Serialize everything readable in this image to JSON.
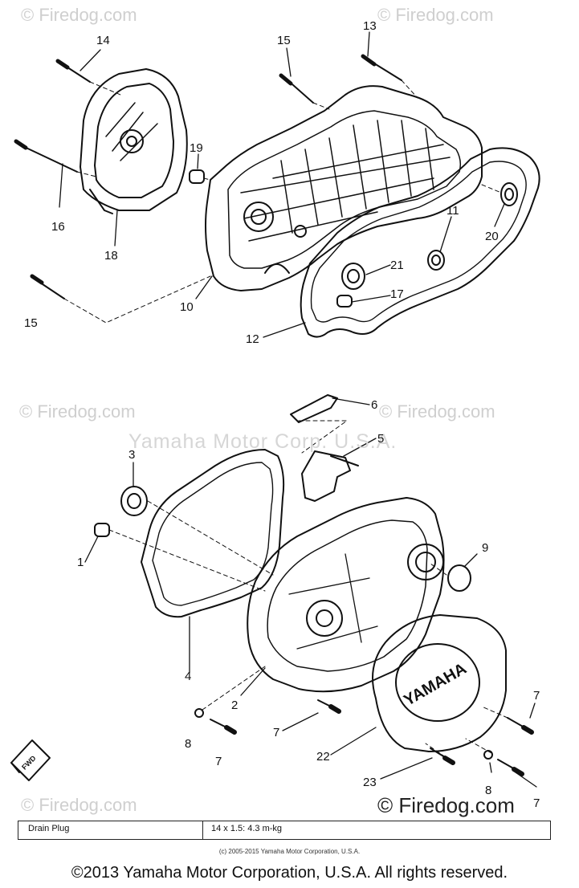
{
  "watermarks": {
    "site": "© Firedog.com",
    "brand_overlay": "Yamaha Motor Corp. U.S.A.",
    "corner_site": "© Firedog.com"
  },
  "callouts": [
    "14",
    "15",
    "13",
    "19",
    "16",
    "18",
    "20",
    "11",
    "21",
    "17",
    "10",
    "15",
    "12",
    "6",
    "5",
    "3",
    "9",
    "1",
    "4",
    "2",
    "7",
    "8",
    "7",
    "22",
    "7",
    "23",
    "8",
    "7"
  ],
  "cover_logo_text": "YAMAHA",
  "fwd_arrow_text": "FWD",
  "spec_table": {
    "item": "Drain Plug",
    "value": "14 x 1.5: 4.3 m-kg"
  },
  "small_copyright": "(c) 2005-2015 Yamaha Motor Corporation, U.S.A.",
  "footer": "©2013 Yamaha Motor Corporation, U.S.A. All rights reserved."
}
